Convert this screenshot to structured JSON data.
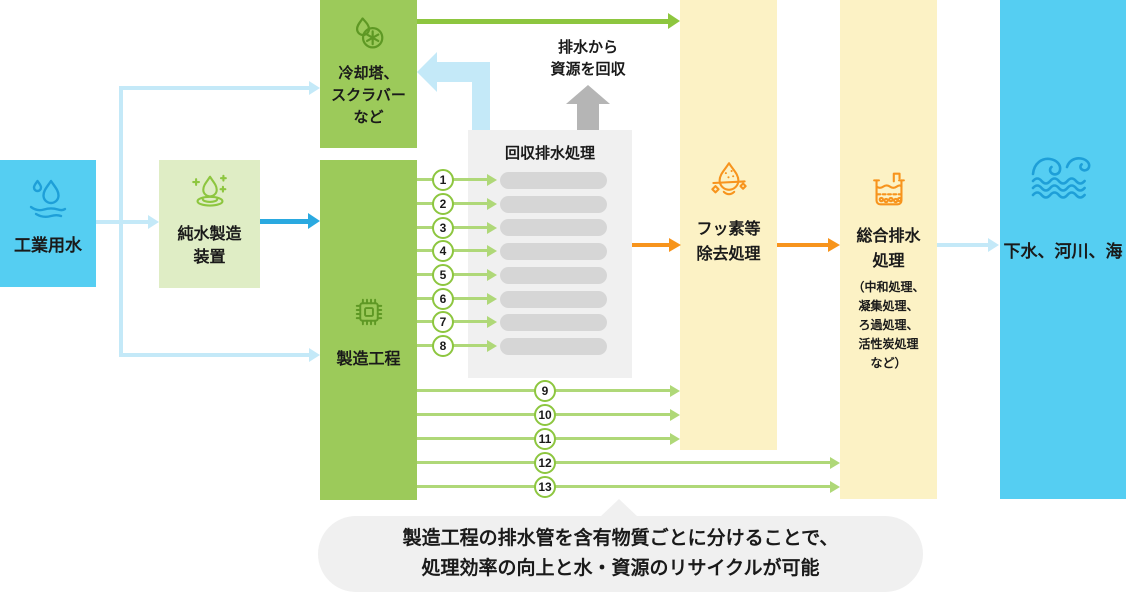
{
  "diagram": {
    "industrial_water": {
      "label": "工業用水"
    },
    "pure_water": {
      "line1": "純水製造",
      "line2": "装置"
    },
    "cooling": {
      "line1": "冷却塔、",
      "line2": "スクラバー",
      "line3": "など"
    },
    "manufacturing": {
      "label": "製造工程"
    },
    "recovery": {
      "title": "回収排水処理",
      "bar_count": 8
    },
    "resource_note": {
      "line1": "排水から",
      "line2": "資源を回収"
    },
    "fluorine": {
      "line1": "フッ素等",
      "line2": "除去処理"
    },
    "comprehensive": {
      "line1": "総合排水",
      "line2": "処理",
      "subs": [
        "（中和処理、",
        "凝集処理、",
        "ろ過処理、",
        "活性炭処理",
        "など）"
      ]
    },
    "discharge": {
      "label": "下水、河川、海"
    },
    "callout": {
      "line1": "製造工程の排水管を含有物質ごとに分けることで、",
      "line2": "処理効率の向上と水・資源のリサイクルが可能"
    },
    "pipe_numbers": [
      "1",
      "2",
      "3",
      "4",
      "5",
      "6",
      "7",
      "8",
      "9",
      "10",
      "11",
      "12",
      "13"
    ]
  },
  "palette": {
    "water_blue": "#55CEF2",
    "water_stroke": "#1E9FD8",
    "pale_green": "#DFEDC5",
    "green": "#9CCA5A",
    "green_icon_stroke": "#5E9824",
    "pale_yellow": "#FCF2C5",
    "orange": "#F7941D",
    "gray_panel": "#F0F0F0",
    "gray_bar": "#D6D6D6",
    "gray_arrow": "#B5B5B5",
    "light_blue": "#C4E9F8",
    "deep_blue": "#2AA9E0",
    "bright_green": "#8DC63F",
    "soft_green": "#AFD878",
    "text": "#1A1A1A"
  }
}
